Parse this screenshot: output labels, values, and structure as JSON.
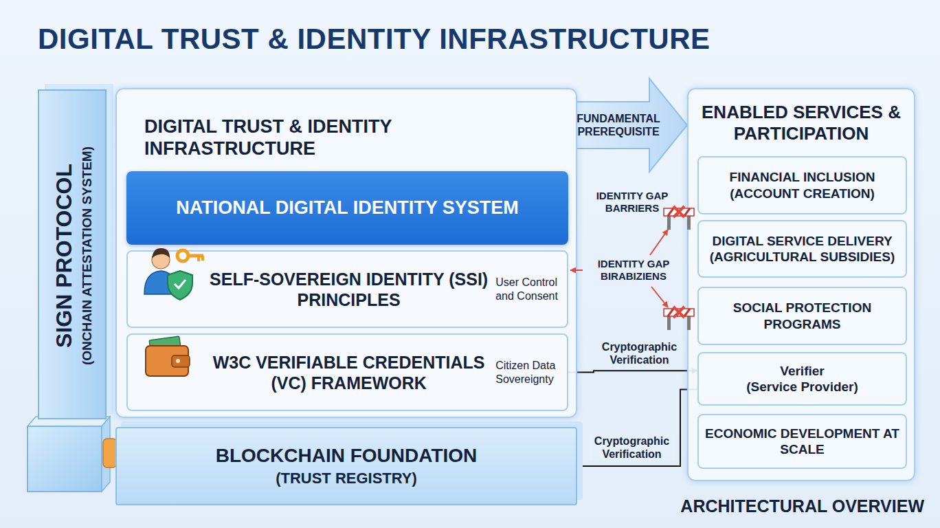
{
  "diagram": {
    "title": "DIGITAL TRUST & IDENTITY INFRASTRUCTURE",
    "nodes": [
      {
        "text": [
          "SIGN PROTOCOL",
          "(ONCHAIN ATTESTATION SYSTEM)"
        ]
      },
      {
        "text": [
          "DIGITAL TRUST & IDENTITY INFRASTRUCTURE"
        ]
      },
      {
        "text": [
          "NATIONAL DIGITAL IDENTITY SYSTEM"
        ],
        "in": 1
      },
      {
        "text": [
          "SELF-SOVEREIGN IDENTITY (SSI) PRINCIPLES",
          "User Control and Consent"
        ],
        "in": 1
      },
      {
        "text": [
          "W3C VERIFIABLE CREDENTIALS (VC) FRAMEWORK",
          "Citizen Data Sovereignty"
        ],
        "in": 1
      },
      {
        "text": [
          "BLOCKCHAIN FOUNDATION",
          "(TRUST REGISTRY)"
        ]
      },
      {
        "text": [
          "ENABLED SERVICES & PARTICIPATION"
        ]
      },
      {
        "text": [
          "FINANCIAL INCLUSION",
          "(ACCOUNT CREATION)"
        ],
        "in": 6
      },
      {
        "text": [
          "DIGITAL SERVICE DELIVERY",
          "(AGRICULTURAL SUBSIDIES)"
        ],
        "in": 6
      },
      {
        "text": [
          "SOCIAL PROTECTION PROGRAMS"
        ],
        "in": 6
      },
      {
        "text": [
          "Verifier",
          "(Service Provider)"
        ],
        "in": 6
      },
      {
        "text": [
          "ECONOMIC DEVELOPMENT AT SCALE"
        ],
        "in": 6
      }
    ],
    "edges": [
      {
        "from": 1,
        "to": 6,
        "arrow": "to",
        "label": "FUNDAMENTAL PREREQUISITE"
      },
      {
        "from": 4,
        "to": 10,
        "arrow": "to",
        "label": "Cryptographic Verification"
      },
      {
        "from": 10,
        "to": 5,
        "arrow": "to",
        "label": "Cryptographic Verification"
      }
    ],
    "labels": [
      "IDENTITY GAP BARRIERS",
      "IDENTITY GAP BIRABIZIENS",
      "ARCHITECTURAL OVERVIEW"
    ]
  }
}
